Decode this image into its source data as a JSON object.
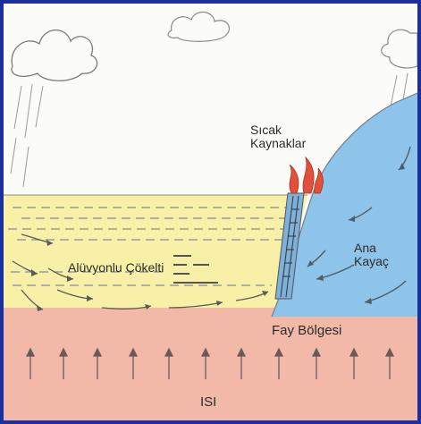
{
  "labels": {
    "sicak": "Sıcak",
    "kaynaklar": "Kaynaklar",
    "alluvium": "Alüvyonlu Çökelti",
    "ana": "Ana",
    "kayac": "Kayaç",
    "fault": "Fay Bölgesi",
    "heat": "ISI"
  },
  "colors": {
    "frame": "#1c2f9e",
    "sky": "#fbfbf8",
    "sediment": "#f7f0a6",
    "basement": "#f2b8a8",
    "bedrock": "#8ec3ea",
    "steam": "#e0503a",
    "arrow": "#555555"
  }
}
